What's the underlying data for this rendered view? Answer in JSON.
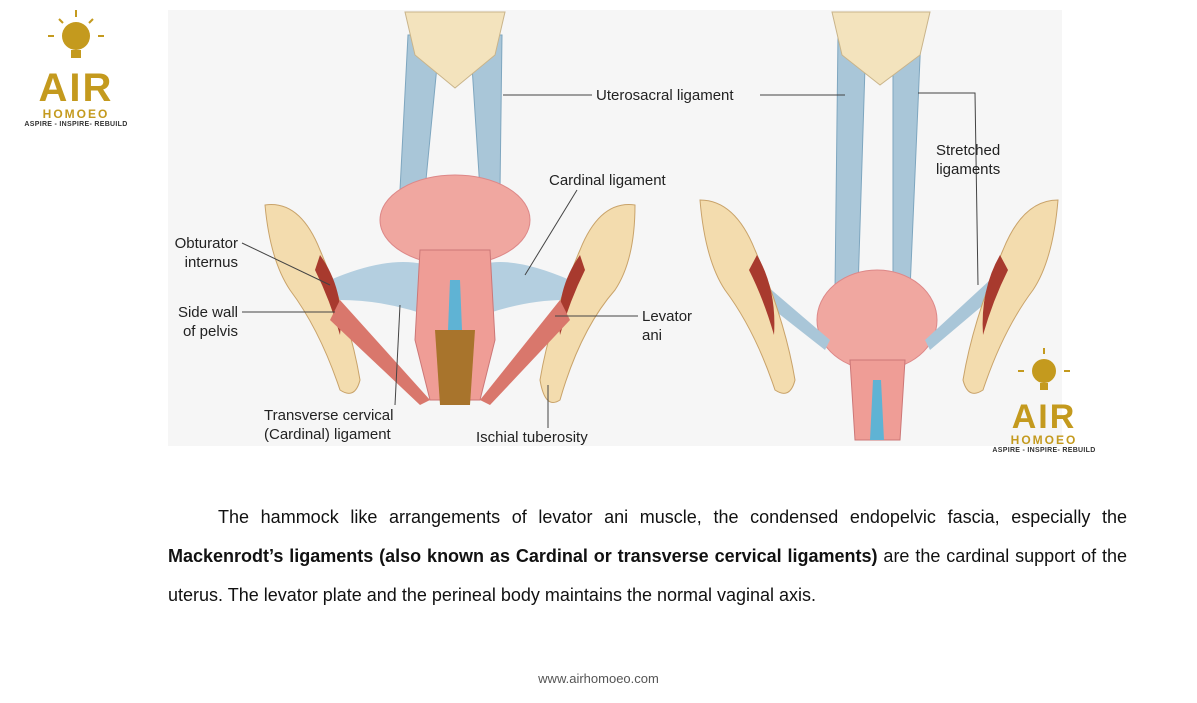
{
  "logo": {
    "brand": "AIR",
    "sub": "HOMOEO",
    "tagline": "ASPIRE - INSPIRE- REBUILD"
  },
  "figure": {
    "labels": {
      "uterosacral": "Uterosacral ligament",
      "cardinal": "Cardinal ligament",
      "obturator_1": "Obturator",
      "obturator_2": "internus",
      "sidewall_1": "Side wall",
      "sidewall_2": "of pelvis",
      "levator_1": "Levator",
      "levator_2": "ani",
      "transverse_1": "Transverse cervical",
      "transverse_2": "(Cardinal) ligament",
      "ischial": "Ischial tuberosity",
      "stretched_1": "Stretched",
      "stretched_2": "ligaments"
    }
  },
  "body": {
    "intro": "The hammock like arrangements of levator ani muscle, the condensed endopelvic fascia, especially the ",
    "bold": "Mackenrodt’s ligaments (also known as Cardinal or transverse cervical ligaments)",
    "rest": " are the cardinal support of the uterus. The levator plate and the perineal body maintains the normal vaginal axis."
  },
  "footer": {
    "url": "www.airhomoeo.com"
  }
}
